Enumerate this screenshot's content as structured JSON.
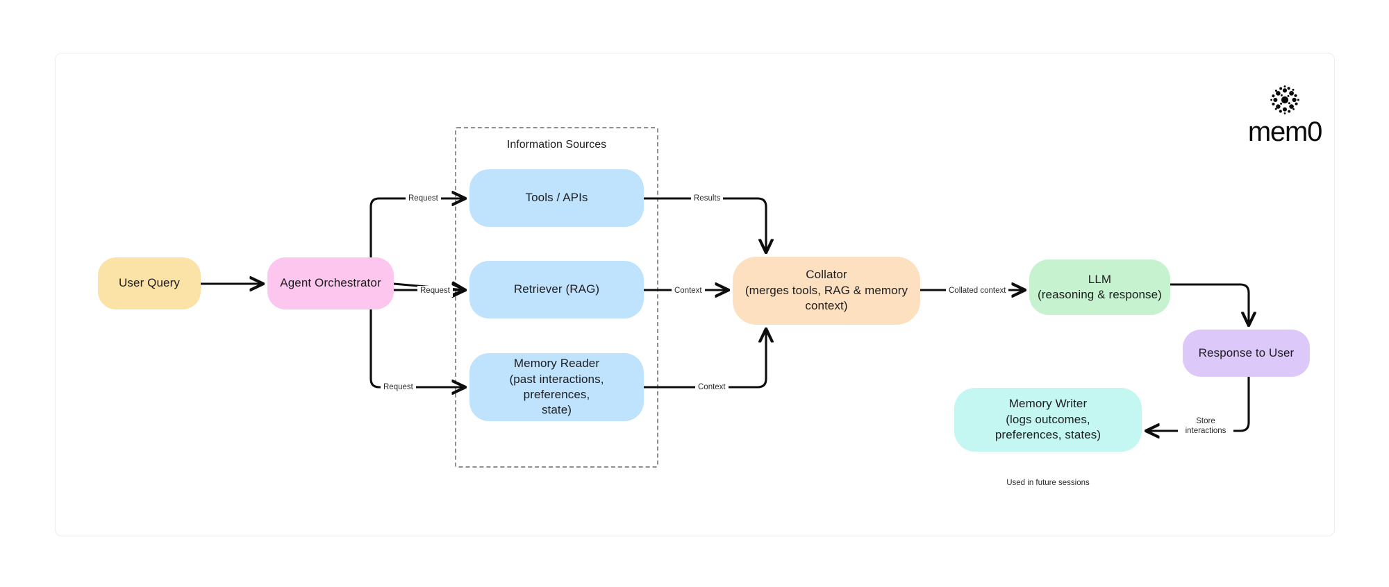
{
  "diagram": {
    "group": {
      "title": "Information Sources"
    },
    "nodes": {
      "user_query": {
        "label": "User Query",
        "color": "#fbe2a7"
      },
      "orchestrator": {
        "label": "Agent Orchestrator",
        "color": "#fcc6ee"
      },
      "tools": {
        "label": "Tools / APIs",
        "color": "#bfe2fd"
      },
      "retriever": {
        "label": "Retriever (RAG)",
        "color": "#bfe2fd"
      },
      "memory_reader": {
        "line1": "Memory Reader",
        "line2": "(past interactions, preferences,",
        "line3": "state)",
        "color": "#bfe2fd"
      },
      "collator": {
        "line1": "Collator",
        "line2": "(merges tools, RAG & memory",
        "line3": "context)",
        "color": "#fde0c0"
      },
      "llm": {
        "line1": "LLM",
        "line2": "(reasoning & response)",
        "color": "#c6f2d0"
      },
      "response": {
        "label": "Response to User",
        "color": "#dcc9fa"
      },
      "memory_writer": {
        "line1": "Memory Writer",
        "line2": "(logs outcomes,",
        "line3": "preferences, states)",
        "color": "#c4f7f2"
      }
    },
    "edge_labels": {
      "request_tools": "Request",
      "request_retriever": "Request",
      "request_memory": "Request",
      "results": "Results",
      "context_retriever": "Context",
      "context_memory": "Context",
      "collated_context": "Collated context",
      "store_interactions": "Store interactions"
    },
    "caption": "Used in future sessions",
    "logo": {
      "wordmark": "mem0",
      "mark_name": "mem0-dot-burst-icon"
    }
  }
}
